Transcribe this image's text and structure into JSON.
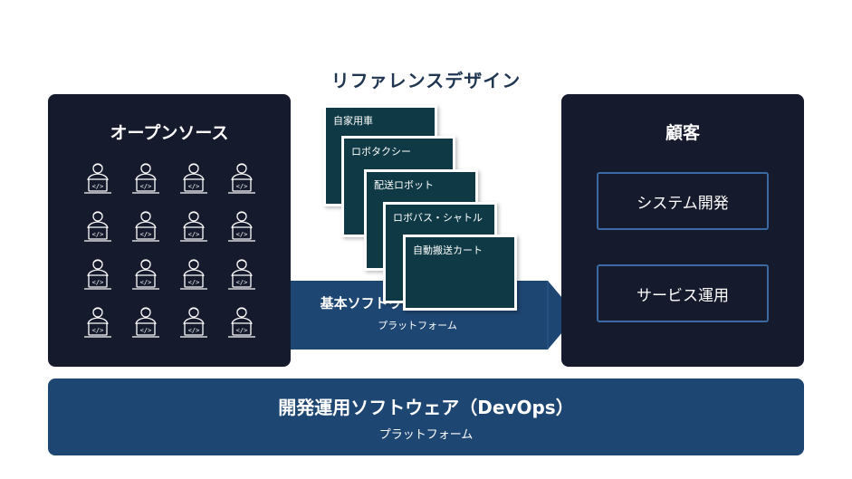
{
  "header": {
    "title": "リファレンスデザイン"
  },
  "open_source": {
    "title": "オープンソース",
    "developer_icon": "developer-at-laptop-icon",
    "developer_grid": {
      "rows": 4,
      "cols": 4
    }
  },
  "customer": {
    "title": "顧客",
    "boxes": [
      "システム開発",
      "サービス運用"
    ]
  },
  "reference_cards": [
    "自家用車",
    "ロボタクシー",
    "配送ロボット",
    "ロボバス・シャトル",
    "自動搬送カート"
  ],
  "base_software": {
    "title": "基本ソフトウェア（DevOps）",
    "subtitle": "プラットフォーム"
  },
  "devops_bar": {
    "title": "開発運用ソフトウェア（DevOps）",
    "subtitle": "プラットフォーム"
  },
  "colors": {
    "panel": "#151a2d",
    "card": "#0f3a45",
    "arrow": "#1e4672",
    "box_border": "#3a6aa3",
    "title_text": "#1f3551"
  }
}
